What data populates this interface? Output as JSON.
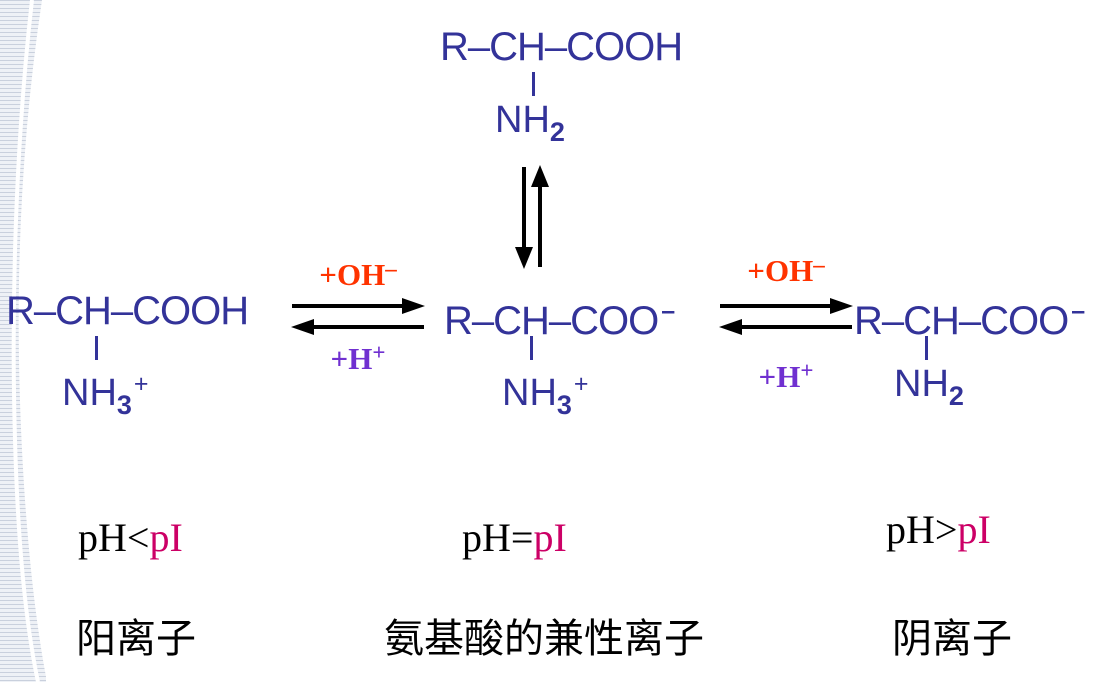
{
  "colors": {
    "formula_blue": "#333399",
    "hydroxide_red": "#ff3300",
    "proton_purple": "#7030d0",
    "pi_magenta": "#cc0066",
    "arrow_black": "#000000",
    "decoration_stripe": "#c9d0dd",
    "background": "#ffffff"
  },
  "structures": {
    "neutral": {
      "backbone": "R–CH–COOH",
      "amine": "NH",
      "amine_sub": "2"
    },
    "cation": {
      "backbone": "R–CH–COOH",
      "amine": "NH",
      "amine_sub": "3",
      "amine_sup": "+"
    },
    "zwitterion": {
      "backbone": "R–CH–COO",
      "backbone_sup": "–",
      "amine": "NH",
      "amine_sub": "3",
      "amine_sup": "+"
    },
    "anion": {
      "backbone": "R–CH–COO",
      "backbone_sup": "–",
      "amine": "NH",
      "amine_sub": "2"
    }
  },
  "reactions": {
    "left": {
      "forward": "+OH",
      "forward_sup": "–",
      "reverse": "+H",
      "reverse_sup": "+"
    },
    "right": {
      "forward": "+OH",
      "forward_sup": "–",
      "reverse": "+H",
      "reverse_sup": "+"
    }
  },
  "ph_labels": {
    "cation": {
      "condition": "pH<",
      "pi": "pI"
    },
    "zwitterion": {
      "condition": "pH=",
      "pi": "pI"
    },
    "anion": {
      "condition": "pH>",
      "pi": "pI"
    }
  },
  "captions": {
    "cation": "阳离子",
    "zwitterion": "氨基酸的兼性离子",
    "anion": "阴离子"
  }
}
